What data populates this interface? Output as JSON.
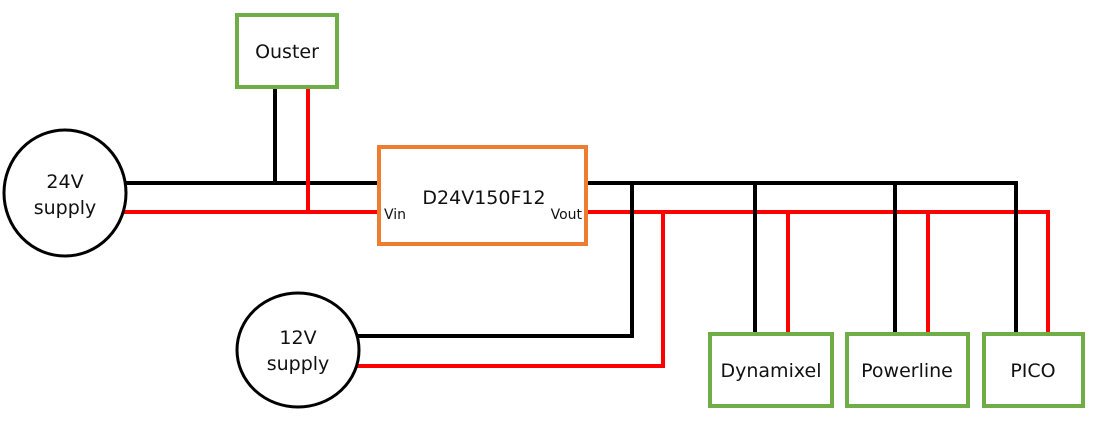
{
  "diagram": {
    "type": "power wiring diagram",
    "colors": {
      "ground_wire": "#000000",
      "positive_wire": "#ff0000",
      "device_border": "#70ad47",
      "converter_border": "#ed7d31",
      "supply_border": "#000000"
    },
    "supplies": [
      {
        "id": "supply-24v",
        "line1": "24V",
        "line2": "supply"
      },
      {
        "id": "supply-12v",
        "line1": "12V",
        "line2": "supply"
      }
    ],
    "converter": {
      "id": "converter",
      "label": "D24V150F12",
      "input_label": "Vin",
      "output_label": "Vout"
    },
    "devices": [
      {
        "id": "ouster",
        "label": "Ouster"
      },
      {
        "id": "dynamixel",
        "label": "Dynamixel"
      },
      {
        "id": "powerline",
        "label": "Powerline"
      },
      {
        "id": "pico",
        "label": "PICO"
      }
    ],
    "connections": [
      {
        "from": "24V supply",
        "to": "Ouster",
        "wires": [
          "ground",
          "positive"
        ]
      },
      {
        "from": "24V supply",
        "to": "D24V150F12 Vin",
        "wires": [
          "ground",
          "positive"
        ]
      },
      {
        "from": "D24V150F12 Vout",
        "to": "Dynamixel",
        "wires": [
          "ground",
          "positive"
        ]
      },
      {
        "from": "D24V150F12 Vout",
        "to": "Powerline",
        "wires": [
          "ground",
          "positive"
        ]
      },
      {
        "from": "D24V150F12 Vout",
        "to": "PICO",
        "wires": [
          "ground",
          "positive"
        ]
      },
      {
        "from": "12V supply",
        "to": "12V output bus",
        "wires": [
          "ground",
          "positive"
        ]
      }
    ]
  }
}
